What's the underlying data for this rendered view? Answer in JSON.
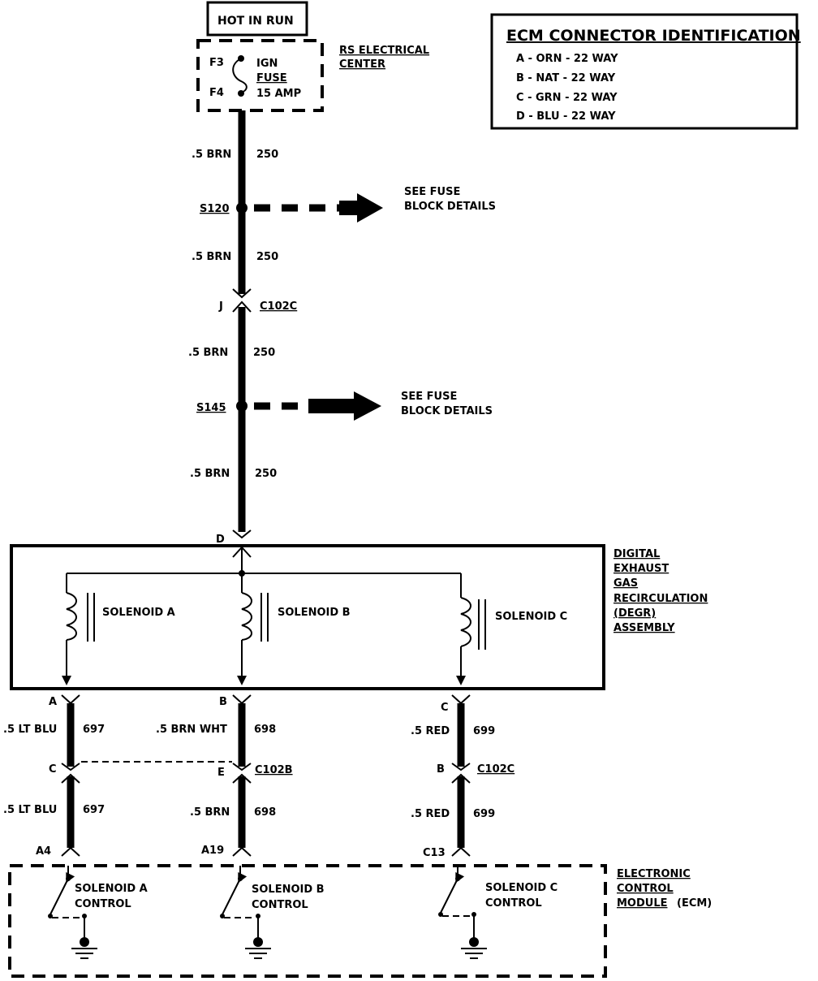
{
  "top": {
    "hot_in_run": "HOT IN RUN",
    "rs_center_1": "RS ELECTRICAL",
    "rs_center_2": "CENTER",
    "fuse_top_pin": "F3",
    "fuse_bottom_pin": "F4",
    "fuse_label_1": "IGN",
    "fuse_label_2": "FUSE",
    "fuse_label_3": "15 AMP"
  },
  "ecm_id": {
    "title": "ECM CONNECTOR IDENTIFICATION",
    "lines": [
      "A - ORN - 22 WAY",
      "B - NAT - 22 WAY",
      "C - GRN - 22 WAY",
      "D - BLU - 22 WAY"
    ]
  },
  "main_wire": {
    "segments": [
      {
        "gauge": ".5 BRN",
        "circuit": "250"
      },
      {
        "gauge": ".5 BRN",
        "circuit": "250"
      },
      {
        "gauge": ".5 BRN",
        "circuit": "250"
      },
      {
        "gauge": ".5 BRN",
        "circuit": "250"
      }
    ],
    "splice1": "S120",
    "splice2": "S145",
    "see_fuse_1": "SEE FUSE",
    "see_fuse_2": "BLOCK DETAILS",
    "connector_pin": "J",
    "connector_name": "C102C",
    "degr_pin": "D"
  },
  "degr": {
    "label_lines": [
      "DIGITAL",
      "EXHAUST",
      "GAS",
      "RECIRCULATION",
      "(DEGR)",
      "ASSEMBLY"
    ],
    "solenoid_a": "SOLENOID A",
    "solenoid_b": "SOLENOID B",
    "solenoid_c": "SOLENOID C"
  },
  "branches": {
    "a": {
      "pin_top": "A",
      "gauge1": ".5 LT BLU",
      "circuit1": "697",
      "conn_pin": "C",
      "gauge2": ".5 LT BLU",
      "circuit2": "697",
      "ecm_pin": "A4",
      "ctrl1": "SOLENOID A",
      "ctrl2": "CONTROL"
    },
    "b": {
      "pin_top": "B",
      "gauge1": ".5 BRN WHT",
      "circuit1": "698",
      "conn_pin": "E",
      "conn_name": "C102B",
      "gauge2": ".5 BRN",
      "circuit2": "698",
      "ecm_pin": "A19",
      "ctrl1": "SOLENOID B",
      "ctrl2": "CONTROL"
    },
    "c": {
      "pin_top": "C",
      "gauge1": ".5 RED",
      "circuit1": "699",
      "conn_pin": "B",
      "conn_name": "C102C",
      "gauge2": ".5 RED",
      "circuit2": "699",
      "ecm_pin": "C13",
      "ctrl1": "SOLENOID C",
      "ctrl2": "CONTROL"
    }
  },
  "ecm": {
    "label_lines": [
      "ELECTRONIC",
      "CONTROL",
      "MODULE"
    ],
    "abbr": "(ECM)"
  }
}
